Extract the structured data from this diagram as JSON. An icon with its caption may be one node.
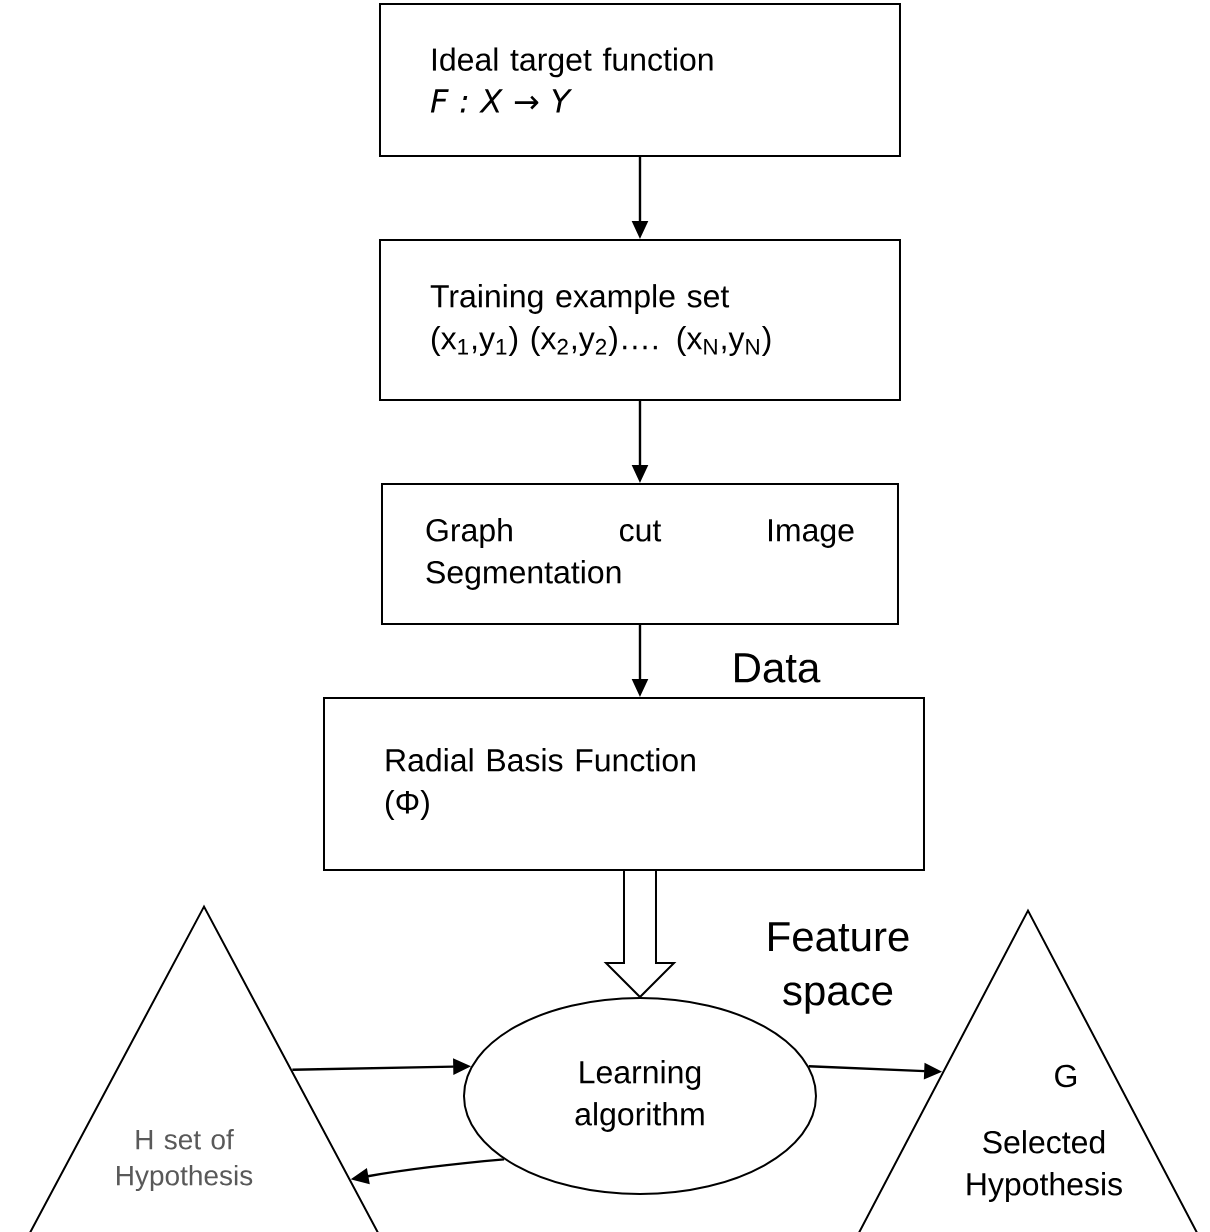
{
  "diagram": {
    "nodes": [
      {
        "text": [
          "Ideal target function",
          "F : X → Y"
        ]
      },
      {
        "text": [
          "Training example set",
          "(x$_{1}$,y$_{1}$) (x$_{2}$,y$_{2}$)…. (x$_{N}$,y$_{N}$)"
        ]
      },
      {
        "text": [
          "Graph cut Image Segmentation"
        ]
      },
      {
        "text": [
          "Radial Basis Function",
          "(Φ)"
        ]
      },
      {
        "text": [
          "H set of Hypothesis"
        ]
      },
      {
        "text": [
          "Learning algorithm"
        ]
      },
      {
        "text": [
          "G",
          "Selected Hypothesis"
        ]
      }
    ],
    "edges": [
      {
        "from": 0,
        "to": 1,
        "arrow": "to"
      },
      {
        "from": 1,
        "to": 2,
        "arrow": "to"
      },
      {
        "from": 2,
        "to": 3,
        "arrow": "to",
        "label": "Data"
      },
      {
        "from": 3,
        "to": 5,
        "arrow": "to",
        "label": "Feature space"
      },
      {
        "from": 4,
        "to": 5,
        "arrow": "to"
      },
      {
        "from": 5,
        "to": 6,
        "arrow": "to"
      },
      {
        "from": 5,
        "to": 4,
        "arrow": "to"
      }
    ]
  }
}
